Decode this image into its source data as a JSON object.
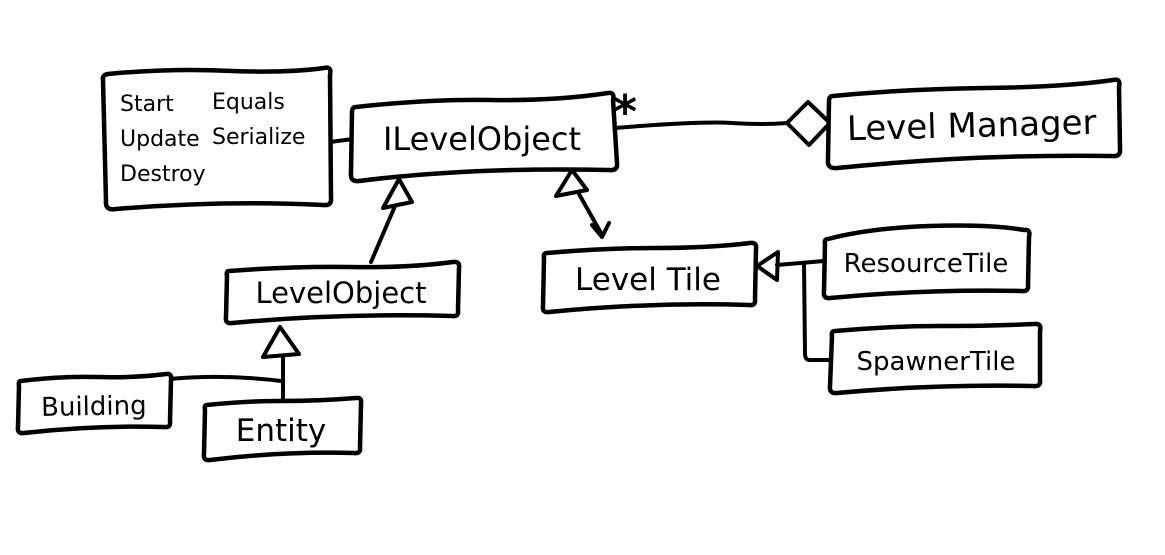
{
  "canvas": {
    "background_color": "#ffffff",
    "ink_color": "#000000"
  },
  "diagram": {
    "type": "hand-drawn-uml-class-diagram",
    "interface_note": {
      "column1": [
        "Start",
        "Update",
        "Destroy"
      ],
      "column2": [
        "Equals",
        "Serialize"
      ]
    },
    "classes": {
      "ilevel_object": "ILevelObject",
      "level_manager": "Level Manager",
      "level_object": "LevelObject",
      "level_tile": "Level Tile",
      "resource_tile": "ResourceTile",
      "spawner_tile": "SpawnerTile",
      "building": "Building",
      "entity": "Entity"
    },
    "aggregation": {
      "owner": "Level Manager",
      "part": "ILevelObject",
      "multiplicity": "*"
    },
    "inheritance": [
      {
        "child": "LevelObject",
        "parent": "ILevelObject"
      },
      {
        "child": "Level Tile",
        "parent": "ILevelObject"
      },
      {
        "child": "Building",
        "parent": "LevelObject"
      },
      {
        "child": "Entity",
        "parent": "LevelObject"
      },
      {
        "child": "ResourceTile",
        "parent": "Level Tile"
      },
      {
        "child": "SpawnerTile",
        "parent": "Level Tile"
      }
    ],
    "note_link": {
      "from": "interface-note",
      "to": "ILevelObject"
    }
  }
}
